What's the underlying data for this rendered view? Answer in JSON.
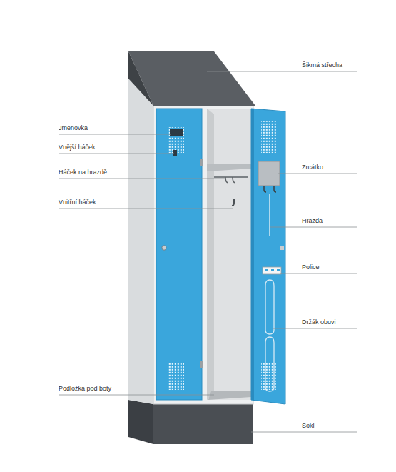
{
  "diagram": {
    "labels": [
      "Šikmá střecha",
      "Jmenovka",
      "Vnější háček",
      "Háček na hrazdě",
      "Vnitřní háček",
      "Zrcátko",
      "Hrazda",
      "Police",
      "Držák obuvi",
      "Podložka pod boty",
      "Sokl"
    ]
  }
}
